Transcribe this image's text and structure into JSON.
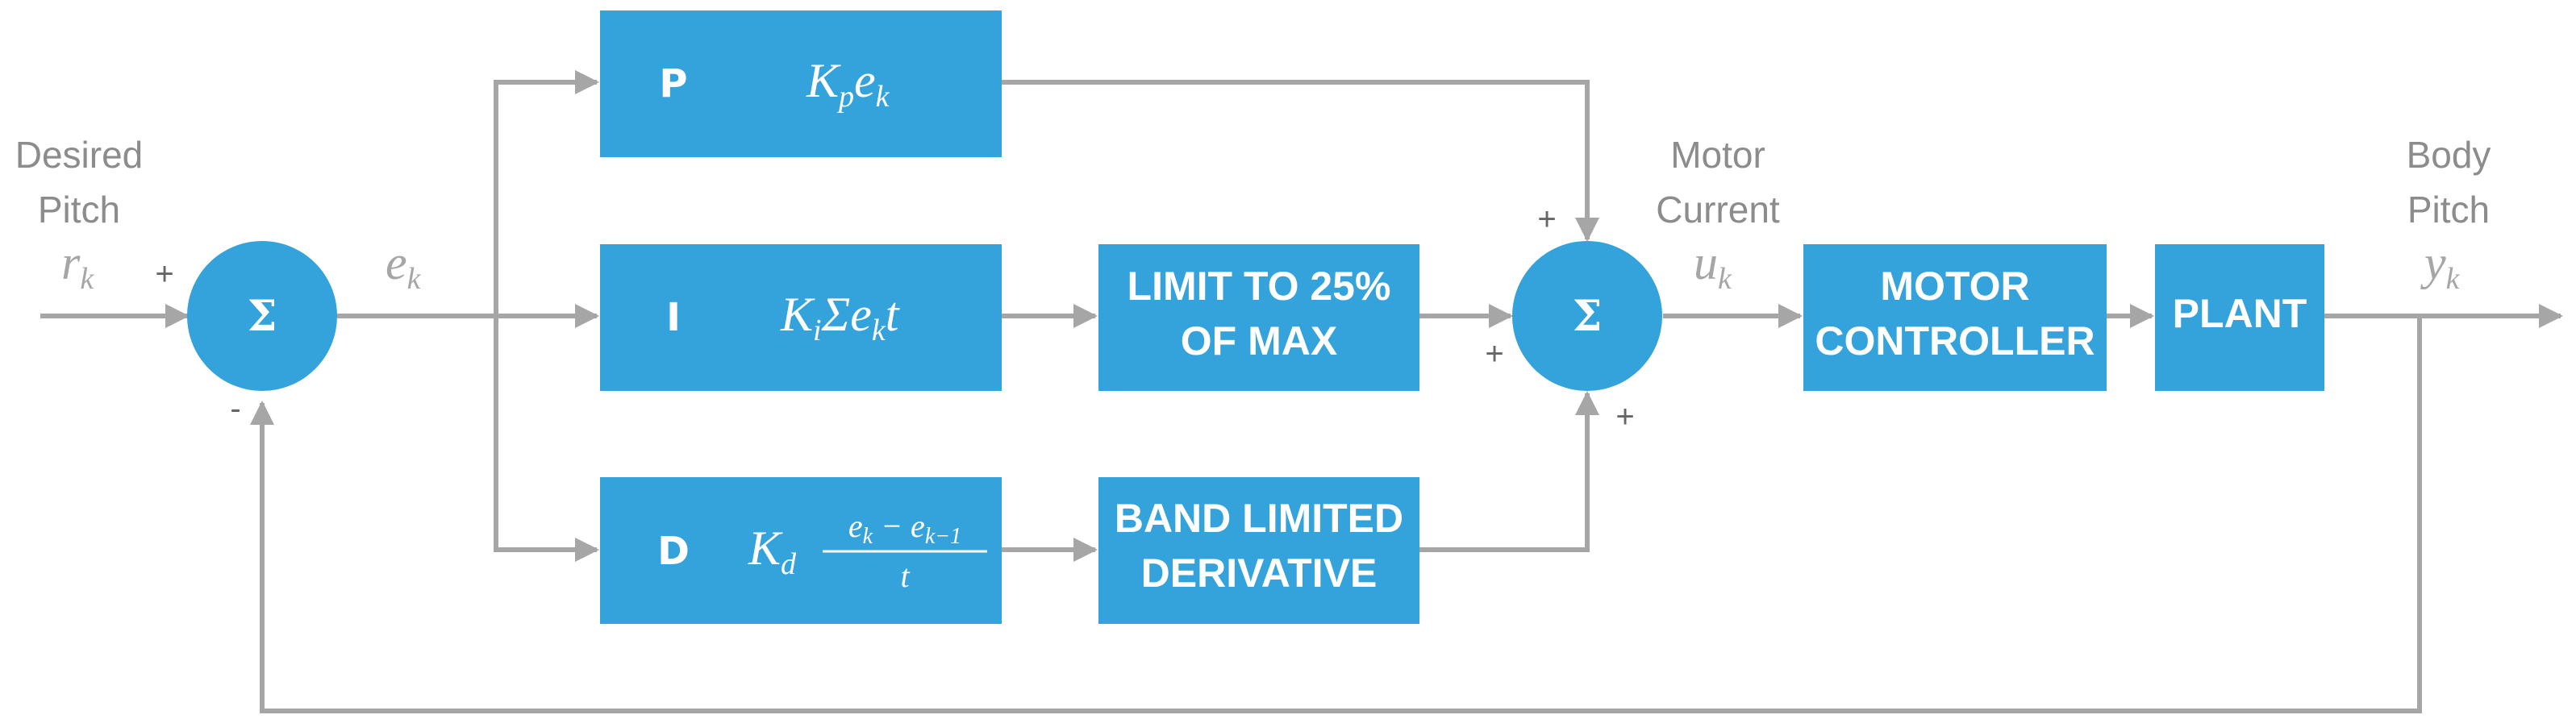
{
  "inputs": {
    "desired_line1": "Desired",
    "desired_line2": "Pitch",
    "desired_symbol": "r",
    "desired_symbol_sub": "k"
  },
  "error_signal": {
    "symbol": "e",
    "sub": "k"
  },
  "sum1": {
    "symbol": "Σ",
    "plus": "+",
    "minus": "-"
  },
  "sum2": {
    "symbol": "Σ",
    "plus_top": "+",
    "plus_left": "+",
    "plus_bottom": "+"
  },
  "blocks": {
    "p": {
      "letter": "P",
      "expr_K": "K",
      "expr_sub": "p",
      "expr_e": "e",
      "expr_e_sub": "k"
    },
    "i": {
      "letter": "I",
      "expr_K": "K",
      "expr_sub": "i",
      "expr_sigma": "Σe",
      "expr_e_sub": "k",
      "expr_t": "t"
    },
    "d": {
      "letter": "D",
      "expr_K": "K",
      "expr_sub": "d",
      "numer_e1": "e",
      "numer_e1_sub": "k",
      "numer_minus": " − e",
      "numer_e2_sub": "k−1",
      "denom": "t"
    },
    "limit": {
      "line1": "LIMIT TO 25%",
      "line2": "OF MAX"
    },
    "band": {
      "line1": "BAND LIMITED",
      "line2": "DERIVATIVE"
    },
    "motor": {
      "line1": "MOTOR",
      "line2": "CONTROLLER"
    },
    "plant": {
      "label": "PLANT"
    }
  },
  "motor_current": {
    "line1": "Motor",
    "line2": "Current",
    "symbol": "u",
    "sub": "k"
  },
  "output": {
    "line1": "Body",
    "line2": "Pitch",
    "symbol": "y",
    "sub": "k"
  },
  "colors": {
    "block": "#35a3db",
    "wire": "#a6a6a6"
  }
}
